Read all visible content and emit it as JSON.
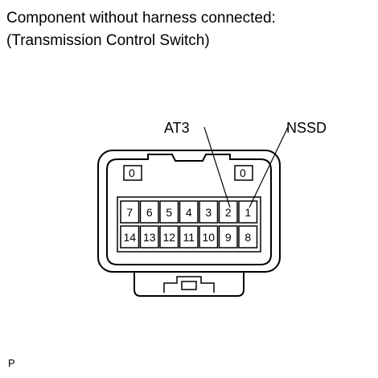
{
  "header": {
    "title_line1": "Component without harness connected:",
    "title_line2": "(Transmission Control Switch)"
  },
  "callouts": {
    "left": "AT3",
    "right": "NSSD"
  },
  "connector": {
    "top_row": [
      "7",
      "6",
      "5",
      "4",
      "3",
      "2",
      "1"
    ],
    "bottom_row": [
      "14",
      "13",
      "12",
      "11",
      "10",
      "9",
      "8"
    ],
    "lock_left": "0",
    "lock_right": "0"
  },
  "footer": {
    "code": "P"
  }
}
